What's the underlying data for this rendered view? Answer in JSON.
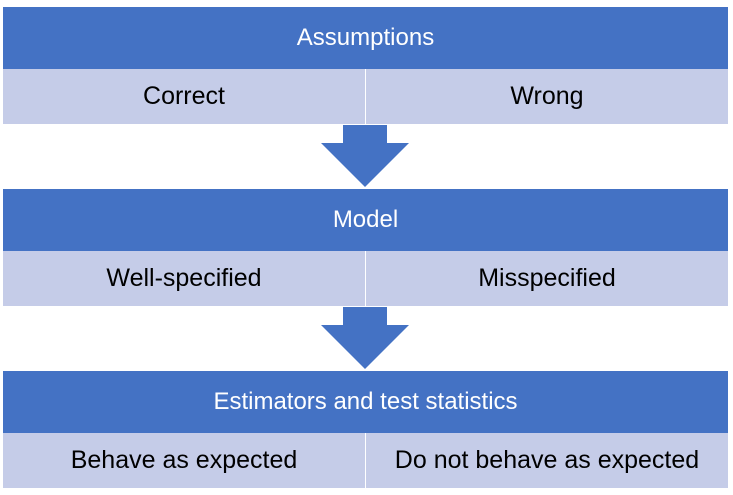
{
  "colors": {
    "header_bg": "#4472c4",
    "row_bg": "#c5cce8",
    "arrow": "#4472c4",
    "header_text": "#ffffff",
    "row_text": "#000000"
  },
  "stages": [
    {
      "title": "Assumptions",
      "left": "Correct",
      "right": "Wrong"
    },
    {
      "title": "Model",
      "left": "Well-specified",
      "right": "Misspecified"
    },
    {
      "title": "Estimators and test statistics",
      "left": "Behave as expected",
      "right": "Do not behave as expected"
    }
  ]
}
